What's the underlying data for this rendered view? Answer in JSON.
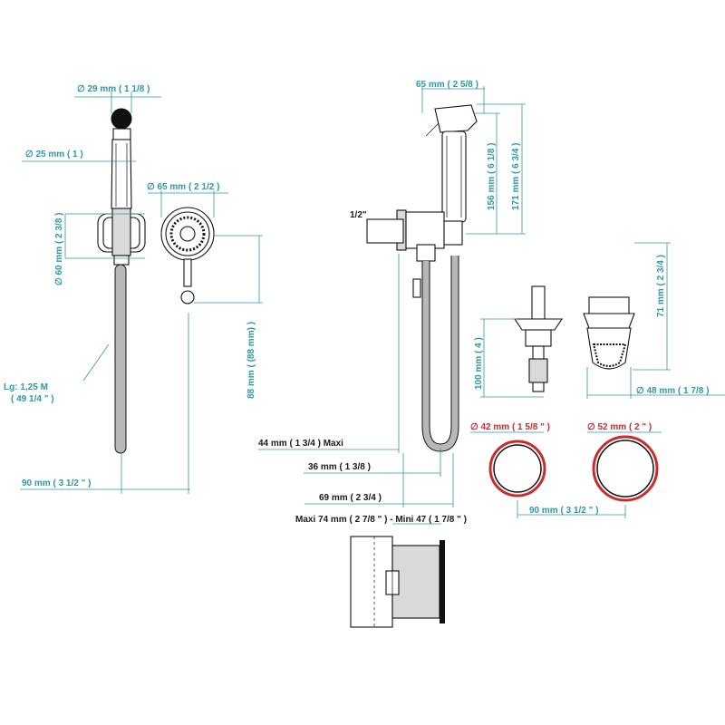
{
  "labels": {
    "hand_dia": "∅  29 mm  ( 1 1/8 )",
    "hose_dia": "∅  25 mm  ( 1 )",
    "flange_dia": "∅  60 mm  ( 2 3/8 )",
    "holder_dia": "∅  65 mm  ( 2 1/2 )",
    "hose_length": "Lg: 1,25 M",
    "hose_length_in": "( 49 1/4 \" )",
    "height_88": "88 mm  ( (88 mm) )",
    "width_90_left": "90 mm  ( 3 1/2 \" )",
    "top_65": "65 mm  ( 2 5/8 )",
    "h156": "156 mm  ( 6 1/8 )",
    "h171": "171 mm  ( 6 3/4 )",
    "half_inch": "1/2\"",
    "d44": "44 mm  ( 1 3/4 )  Maxi",
    "d36": "36 mm  ( 1 3/8 )",
    "d69": "69 mm  ( 2 3/4 )",
    "maxi_mini": "Maxi  74 mm  ( 2 7/8 \" )  - Mini 47  ( 1 7/8 \" )",
    "h71": "71 mm  ( 2 3/4 )",
    "h100": "100 mm  ( 4 )",
    "d48": "∅  48 mm  ( 1 7/8 )",
    "d42": "∅  42 mm  ( 1 5/8 \" )",
    "d52": "∅  52 mm  ( 2 \" )",
    "width_90_right": "90 mm  ( 3 1/2 \" )"
  },
  "colors": {
    "dimension": "#2a9aa8",
    "cutout": "#cc2a2a",
    "outline": "#111111"
  }
}
